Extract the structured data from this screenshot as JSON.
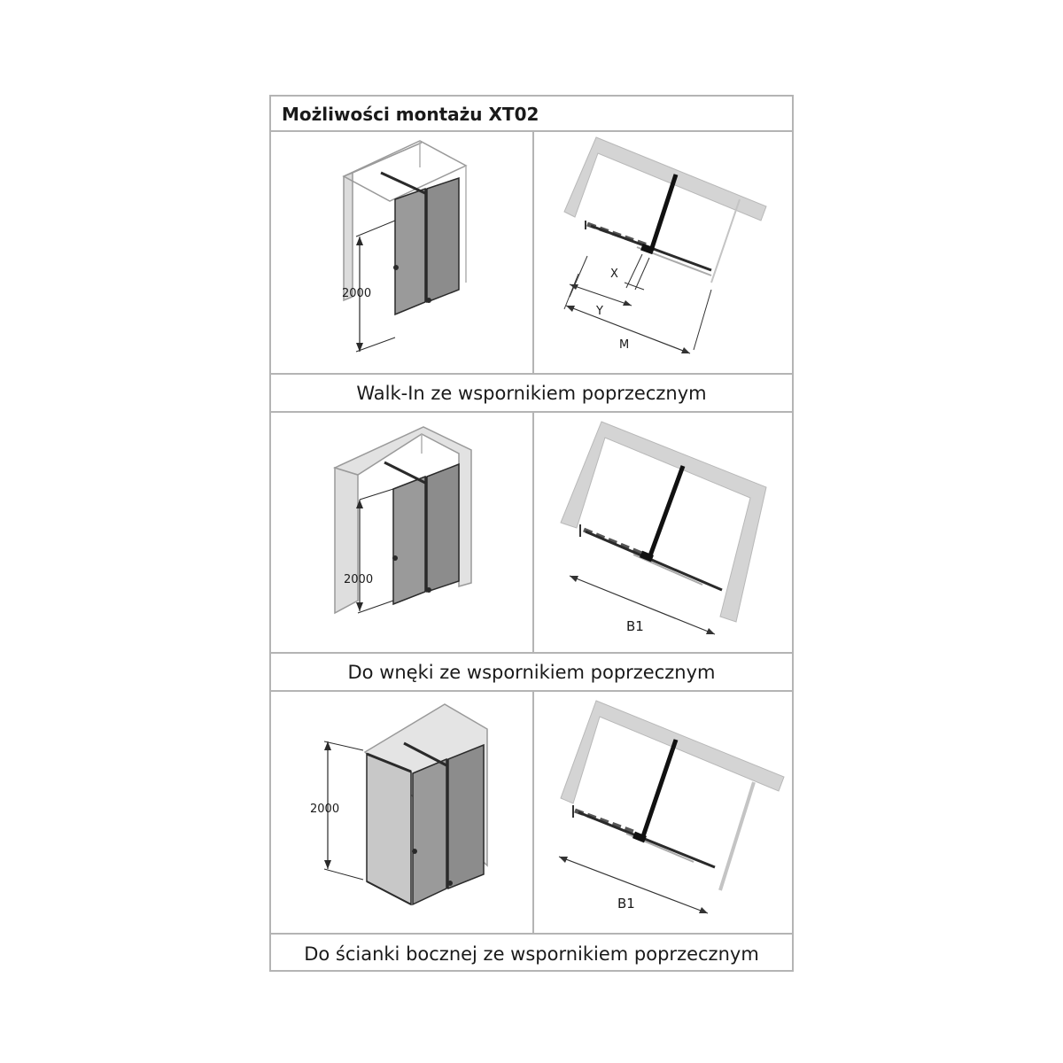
{
  "title": "Możliwości montażu XT02",
  "rows": [
    {
      "caption": "Walk-In ze wspornikiem poprzecznym",
      "height_label": "2000",
      "plan_labels": {
        "x": "X",
        "y": "Y",
        "m": "M"
      }
    },
    {
      "caption": "Do wnęki ze wspornikiem poprzecznym",
      "height_label": "2000",
      "plan_labels": {
        "b1": "B1"
      }
    },
    {
      "caption": "Do ścianki bocznej ze wspornikiem poprzecznym",
      "height_label": "2000",
      "plan_labels": {
        "b1": "B1"
      }
    }
  ],
  "colors": {
    "border": "#b4b4b4",
    "wall": "#d6d6d6",
    "glass": "#9a9a9a",
    "line": "#1a1a1a"
  }
}
